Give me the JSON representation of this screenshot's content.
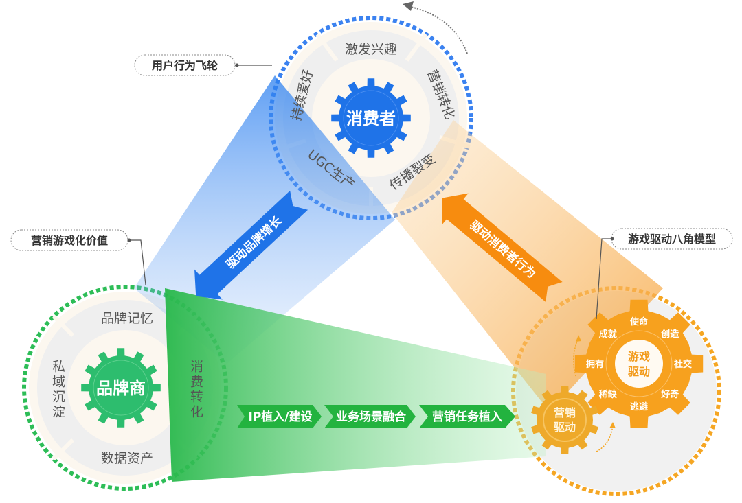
{
  "callouts": {
    "user_flywheel": "用户行为飞轮",
    "gamification_value": "营销游戏化价值",
    "octalysis": "游戏驱动八角模型"
  },
  "consumer": {
    "center": "消费者",
    "ring": [
      "激发兴趣",
      "营销转化",
      "传播裂变",
      "UGC生产",
      "持续爱好"
    ]
  },
  "brand": {
    "center": "品牌商",
    "ring": [
      "品牌记忆",
      "消费转化",
      "数据资产",
      "私域沉淀"
    ]
  },
  "game": {
    "center": [
      "游戏",
      "驱动"
    ],
    "octalysis": [
      "使命",
      "创造",
      "社交",
      "好奇",
      "逃避",
      "稀缺",
      "拥有",
      "成就"
    ],
    "marketing_gear": [
      "营销",
      "驱动"
    ]
  },
  "arrows": {
    "brand_growth": "驱动品牌增长",
    "consumer_behavior": "驱动消费者行为",
    "green_steps": [
      "IP植入/建设",
      "业务场景融合",
      "营销任务植入"
    ]
  },
  "colors": {
    "blue": "#1f73e8",
    "green": "#2dbd6e",
    "orange": "#f7a11e",
    "gold": "#eea92a"
  }
}
